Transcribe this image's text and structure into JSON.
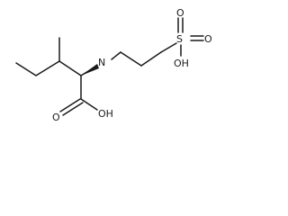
{
  "molecule": {
    "atom_labels": {
      "amine": "N",
      "acid_hydroxyl": "OH",
      "carbonyl_oxygen": "O",
      "sulfur": "S",
      "sulfonyl_oxygen_top": "O",
      "sulfonyl_oxygen_right": "O",
      "sulfonic_hydroxyl": "OH"
    },
    "bond_color": "#1a1a1a",
    "label_color": "#1a1a1a"
  }
}
